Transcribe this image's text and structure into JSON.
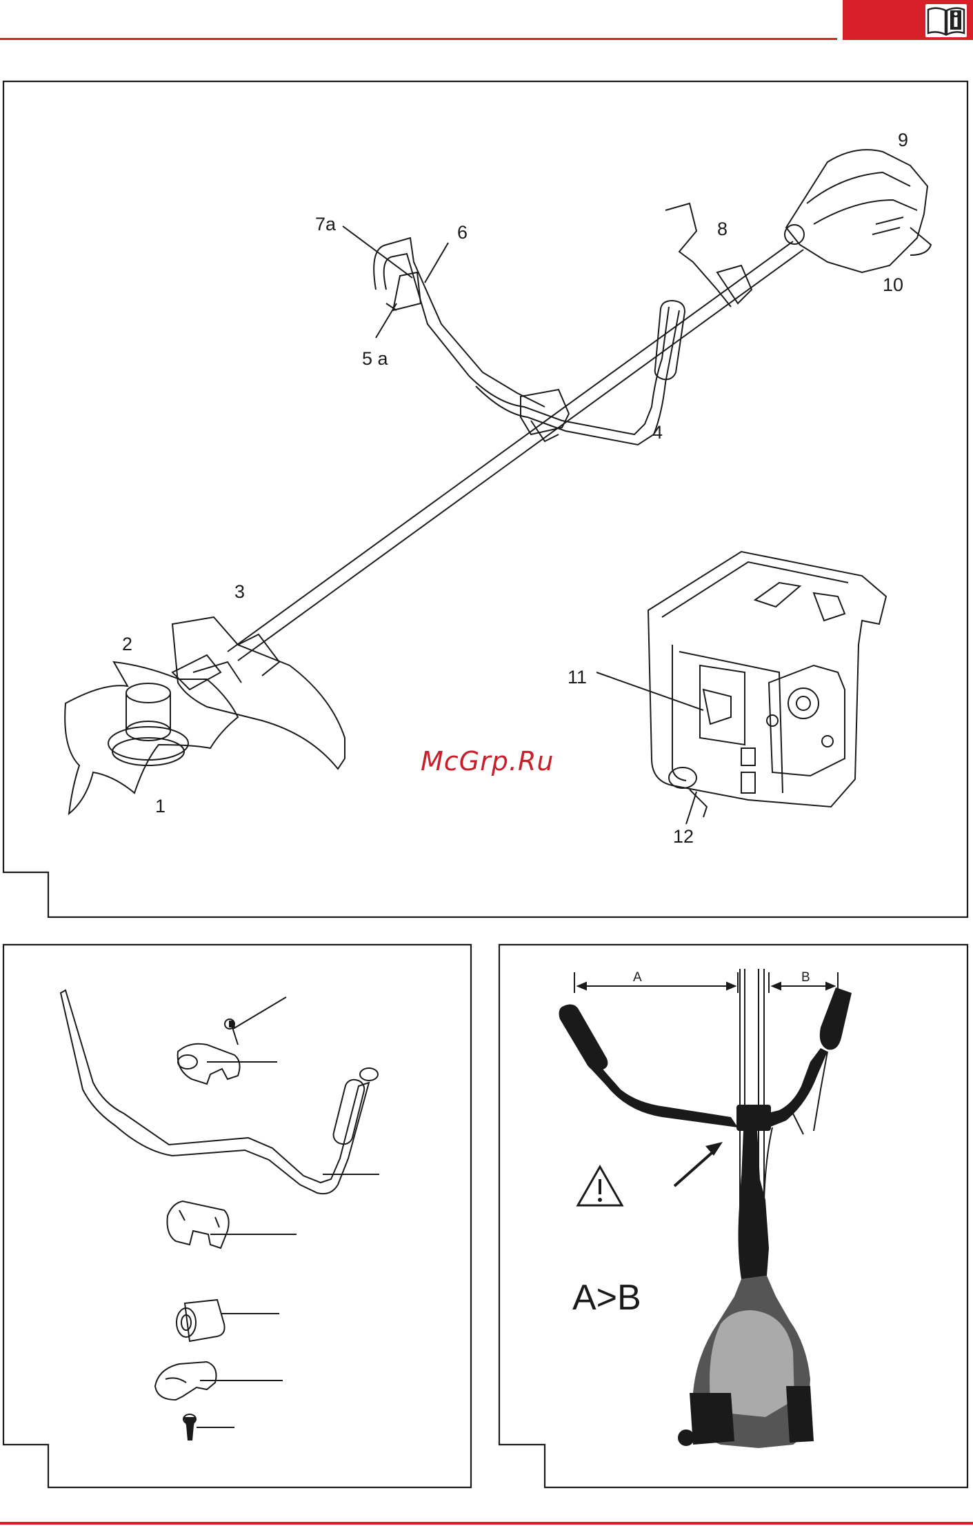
{
  "watermark": "McGrp.Ru",
  "figure1": {
    "labels": {
      "l1": "1",
      "l2": "2",
      "l3": "3",
      "l4": "4",
      "l5a": "5 a",
      "l6": "6",
      "l7a": "7a",
      "l8": "8",
      "l9": "9",
      "l10": "10",
      "l11": "11",
      "l12": "12"
    }
  },
  "figure3": {
    "dim_a": "A",
    "dim_b": "B",
    "relation": "A>B"
  },
  "icons": [
    "info-manual-icon",
    "warning-triangle-icon"
  ],
  "colors": {
    "accent": "#d8202a"
  }
}
